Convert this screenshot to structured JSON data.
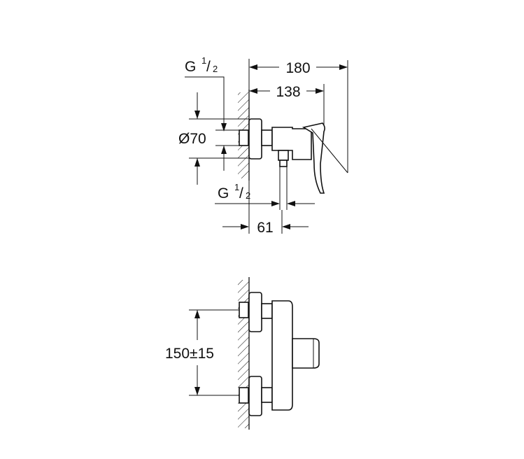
{
  "top_view": {
    "overall_length": "180",
    "wall_to_handle": "138",
    "diameter": "Ø70",
    "inlet_thread": {
      "letter": "G",
      "numerator": "1",
      "slash": "/",
      "denominator": "2"
    },
    "outlet_thread": {
      "letter": "G",
      "numerator": "1",
      "slash": "/",
      "denominator": "2"
    },
    "outlet_offset": "61"
  },
  "front_view": {
    "center_distance": "150±15"
  }
}
